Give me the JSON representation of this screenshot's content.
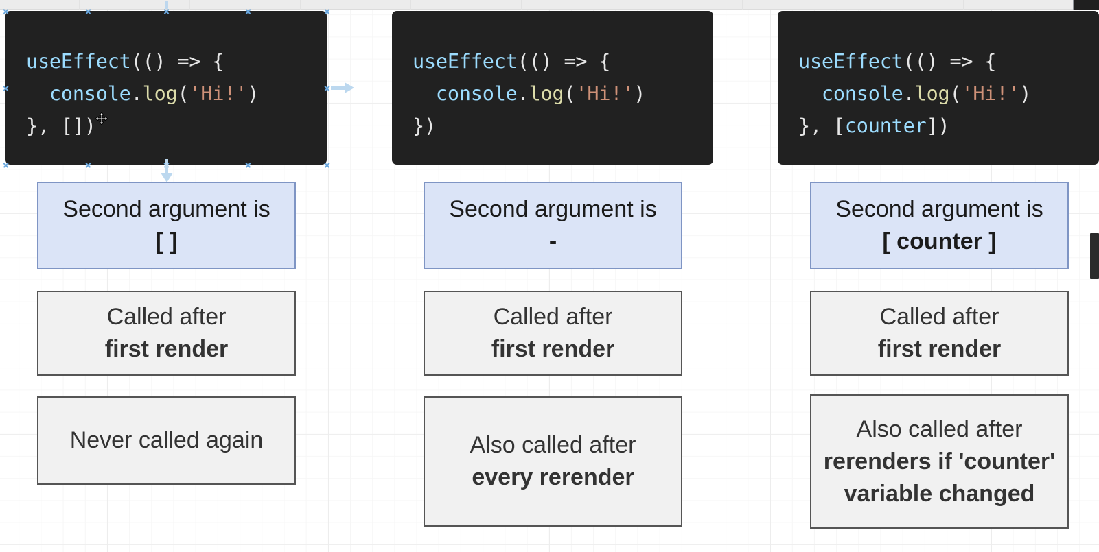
{
  "canvas": {
    "background": "#ffffff",
    "grid_color": "#ededed",
    "title": "useEffect second argument diagram"
  },
  "colors": {
    "code_background": "#212121",
    "code_default": "#e6e6e6",
    "code_identifier": "#9cdcfe",
    "code_method": "#dcdcaa",
    "code_string": "#ce9178",
    "blue_box_fill": "#dbe4f7",
    "blue_box_border": "#7f95c4",
    "gray_box_fill": "#f1f1f1",
    "gray_box_border": "#555555",
    "arrow": "#bcd8ef",
    "selection_handle": "#6ba8de",
    "scrollbar": "#2b2b2b"
  },
  "columns": [
    {
      "id": "empty-deps",
      "code": {
        "line1_fn": "useEffect",
        "line1_rest": "(() => {",
        "line2_indent": "  ",
        "line2_obj": "console",
        "line2_dot": ".",
        "line2_meth": "log",
        "line2_open": "(",
        "line2_str": "'Hi!'",
        "line2_close": ")",
        "line3": "}, [])"
      },
      "blue_box": {
        "line1": "Second argument is",
        "line2": "[ ]"
      },
      "gray_boxes": [
        {
          "line1": "Called after",
          "line2": "first render"
        },
        {
          "line1": "Never called again",
          "line2": ""
        }
      ]
    },
    {
      "id": "no-deps",
      "code": {
        "line1_fn": "useEffect",
        "line1_rest": "(() => {",
        "line2_indent": "  ",
        "line2_obj": "console",
        "line2_dot": ".",
        "line2_meth": "log",
        "line2_open": "(",
        "line2_str": "'Hi!'",
        "line2_close": ")",
        "line3": "})"
      },
      "blue_box": {
        "line1": "Second argument is",
        "line2": "-"
      },
      "gray_boxes": [
        {
          "line1": "Called after",
          "line2": "first render"
        },
        {
          "line1": "Also called after",
          "line2": "every rerender"
        }
      ]
    },
    {
      "id": "counter-deps",
      "code": {
        "line1_fn": "useEffect",
        "line1_rest": "(() => {",
        "line2_indent": "  ",
        "line2_obj": "console",
        "line2_dot": ".",
        "line2_meth": "log",
        "line2_open": "(",
        "line2_str": "'Hi!'",
        "line2_close": ")",
        "line3_pre": "}, [",
        "line3_var": "counter",
        "line3_post": "])"
      },
      "blue_box": {
        "line1": "Second argument is",
        "line2": "[ counter ]"
      },
      "gray_boxes": [
        {
          "line1": "Called after",
          "line2": "first render"
        },
        {
          "line1": "Also called after",
          "line2": "rerenders if 'counter' variable changed"
        }
      ]
    }
  ]
}
